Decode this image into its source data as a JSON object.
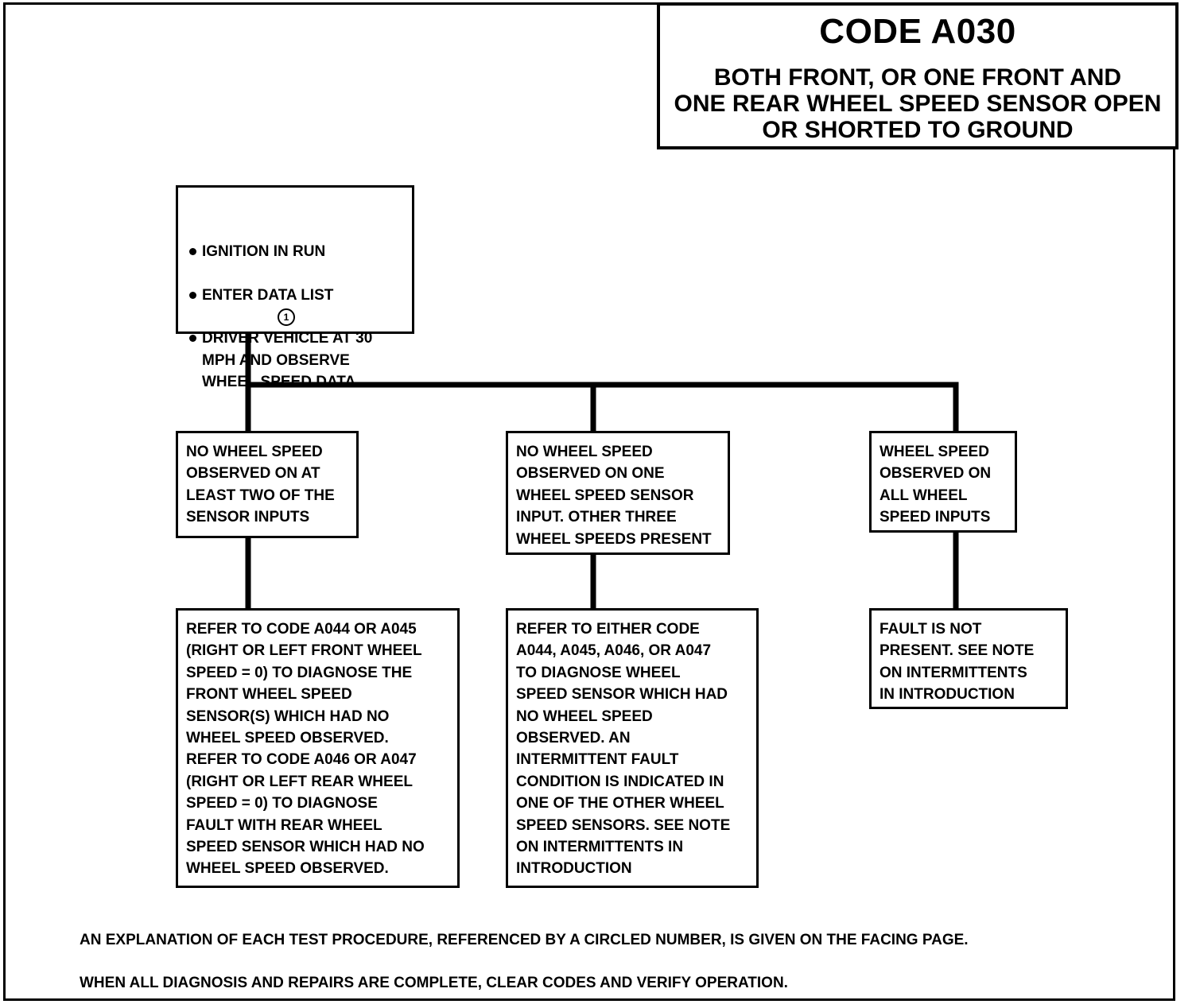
{
  "header": {
    "code": "CODE A030",
    "description": "BOTH FRONT, OR ONE FRONT AND\nONE REAR WHEEL SPEED SENSOR OPEN\nOR SHORTED TO GROUND"
  },
  "start_box": {
    "steps": [
      "IGNITION IN RUN",
      "ENTER DATA LIST",
      "DRIVER VEHICLE AT 30\nMPH AND OBSERVE\nWHEEL SPEED DATA"
    ],
    "ref_number": "1"
  },
  "conditions": [
    {
      "text": "NO WHEEL SPEED\nOBSERVED ON AT\nLEAST TWO OF THE\nSENSOR INPUTS"
    },
    {
      "text": "NO WHEEL SPEED\nOBSERVED ON ONE\nWHEEL SPEED SENSOR\nINPUT. OTHER THREE\nWHEEL SPEEDS PRESENT"
    },
    {
      "text": "WHEEL SPEED\nOBSERVED ON\nALL WHEEL\nSPEED INPUTS"
    }
  ],
  "actions": [
    {
      "text": "REFER TO CODE A044 OR A045\n(RIGHT OR LEFT FRONT WHEEL\nSPEED = 0) TO DIAGNOSE THE\nFRONT WHEEL SPEED\nSENSOR(S) WHICH HAD NO\nWHEEL SPEED OBSERVED.\nREFER TO CODE A046 OR A047\n(RIGHT OR LEFT REAR WHEEL\nSPEED = 0) TO DIAGNOSE\nFAULT WITH REAR WHEEL\nSPEED SENSOR WHICH HAD NO\nWHEEL SPEED OBSERVED."
    },
    {
      "text": "REFER TO EITHER CODE\nA044, A045, A046, OR A047\nTO DIAGNOSE WHEEL\nSPEED SENSOR WHICH HAD\nNO WHEEL SPEED\nOBSERVED. AN\nINTERMITTENT FAULT\nCONDITION IS INDICATED IN\nONE OF THE OTHER WHEEL\nSPEED SENSORS. SEE NOTE\nON INTERMITTENTS IN\nINTRODUCTION"
    },
    {
      "text": "FAULT IS NOT\nPRESENT. SEE NOTE\nON INTERMITTENTS\nIN INTRODUCTION"
    }
  ],
  "footer": {
    "note1": "AN EXPLANATION OF EACH TEST PROCEDURE, REFERENCED BY A CIRCLED NUMBER, IS GIVEN ON THE FACING PAGE.",
    "note2": "WHEN ALL DIAGNOSIS AND REPAIRS ARE COMPLETE, CLEAR CODES AND VERIFY OPERATION."
  }
}
